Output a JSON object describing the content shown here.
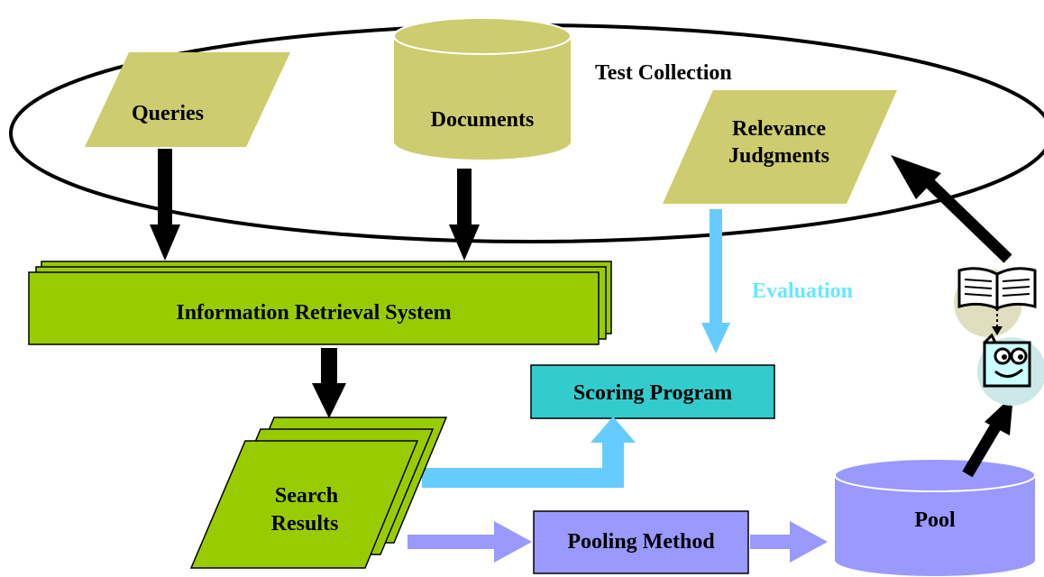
{
  "title": "Test Collection",
  "nodes": {
    "queries": "Queries",
    "documents": "Documents",
    "relevance_line1": "Relevance",
    "relevance_line2": "Judgments",
    "irs": "Information Retrieval System",
    "scoring": "Scoring Program",
    "search_line1": "Search",
    "search_line2": "Results",
    "pooling": "Pooling Method",
    "pool": "Pool"
  },
  "edge_labels": {
    "evaluation": "Evaluation"
  },
  "colors": {
    "olive": "#cdcc6f",
    "green": "#99cc00",
    "teal": "#33cccc",
    "lavender": "#9999ff",
    "eval_arrow": "#66ccff",
    "black": "#000000"
  },
  "icons": [
    "open-book-icon",
    "reader-person-icon"
  ]
}
